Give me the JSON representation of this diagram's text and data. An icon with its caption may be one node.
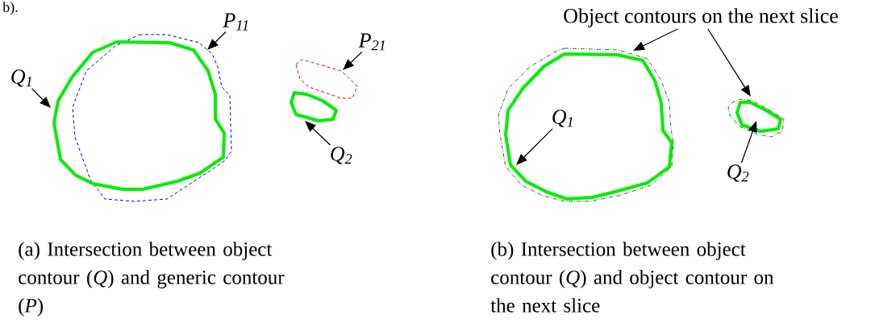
{
  "diagram": {
    "nodes": [
      {
        "text": [
          "P$_{11}$"
        ]
      },
      {
        "text": [
          "Q$_{1}$"
        ]
      },
      {
        "text": [
          "P$_{21}$"
        ]
      },
      {
        "text": [
          "Q$_{2}$"
        ]
      },
      {
        "text": [
          "Object contours on the next slice"
        ]
      },
      {
        "text": [
          "Q$_{1}$"
        ],
        "in": 11
      },
      {
        "text": [
          "Q$_{2}$"
        ]
      },
      {
        "text": [],
        "shape": "polygon"
      },
      {
        "text": [],
        "shape": "polygon"
      },
      {
        "text": [],
        "shape": "polygon"
      },
      {
        "text": [],
        "shape": "polygon"
      },
      {
        "text": [],
        "shape": "polygon"
      },
      {
        "text": [],
        "shape": "polygon"
      },
      {
        "text": [],
        "shape": "polygon",
        "in": 14
      },
      {
        "text": [],
        "shape": "polygon"
      }
    ],
    "edges": [
      {
        "from": 0,
        "to": 7,
        "arrow": "to"
      },
      {
        "from": 1,
        "to": 8,
        "arrow": "to"
      },
      {
        "from": 2,
        "to": 9,
        "arrow": "to"
      },
      {
        "from": 3,
        "to": 10,
        "arrow": "to"
      },
      {
        "from": 4,
        "to": 12,
        "arrow": "to"
      },
      {
        "from": 4,
        "to": 14,
        "arrow": "to"
      },
      {
        "from": 5,
        "to": 11,
        "arrow": "to"
      },
      {
        "from": 6,
        "to": 13,
        "arrow": "to"
      }
    ],
    "labels": [
      "b).",
      "(a) Intersection between object contour (*Q*) and generic contour (*P*)",
      "(b) Intersection between object contour (*Q*) and object contour on the next slice"
    ]
  }
}
